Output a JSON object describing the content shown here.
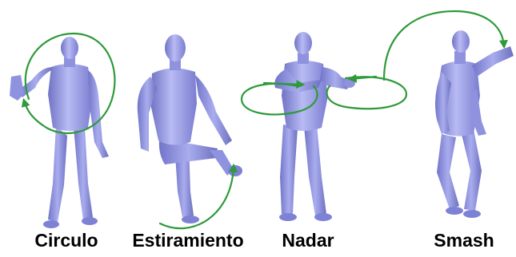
{
  "colors": {
    "body_fill": "#9b9fe6",
    "body_shadow": "#6f72c4",
    "body_highlight": "#d5d8fb",
    "arrow": "#2e9a3a",
    "caption": "#000000",
    "background": "#ffffff"
  },
  "figures": [
    {
      "id": "circulo",
      "caption": "Circulo",
      "motion": "circular arm rotation"
    },
    {
      "id": "estiramiento",
      "caption": "Estiramiento",
      "motion": "leg raise stretch"
    },
    {
      "id": "nadar",
      "caption": "Nadar",
      "motion": "swimming arm strokes"
    },
    {
      "id": "smash",
      "caption": "Smash",
      "motion": "overhead smash swing"
    }
  ]
}
